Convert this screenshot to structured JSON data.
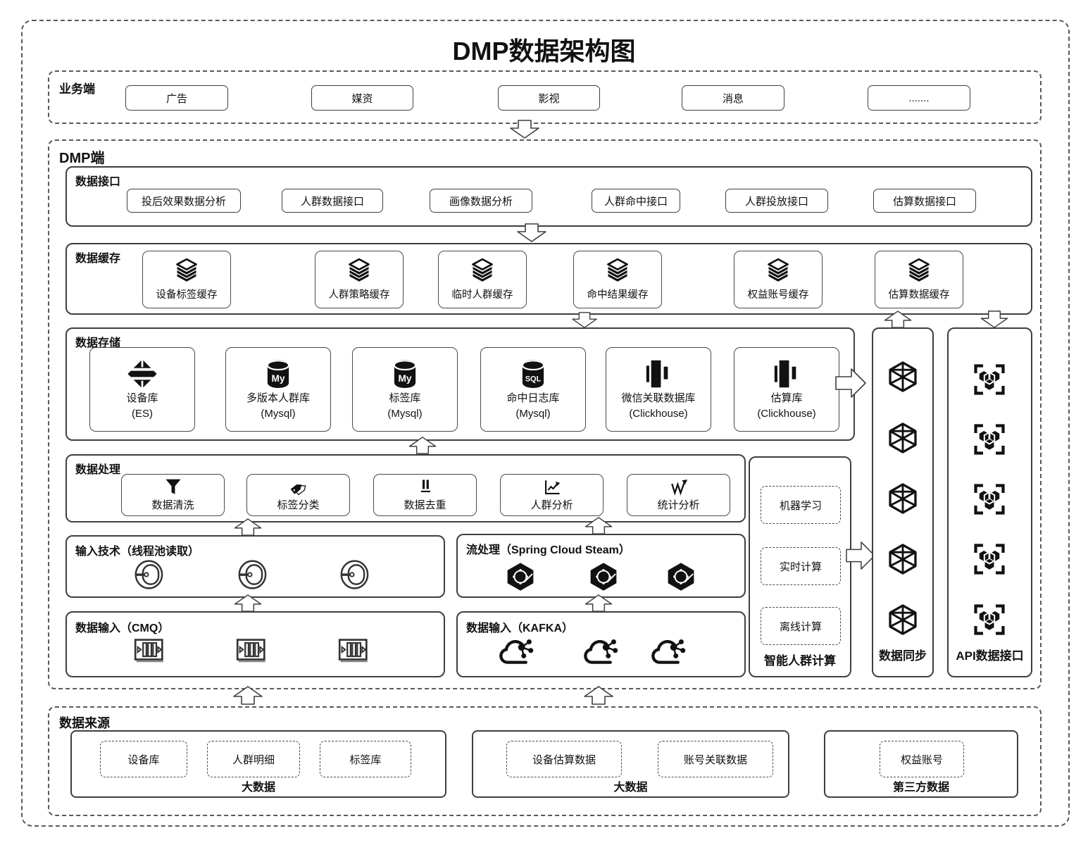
{
  "title": "DMP数据架构图",
  "colors": {
    "line": "#3f3f3f",
    "dashed": "#5a5a5a",
    "fill": "#111111"
  },
  "business": {
    "label": "业务端",
    "items": [
      "广告",
      "媒资",
      "影视",
      "消息",
      "......."
    ]
  },
  "dmp": {
    "label": "DMP端",
    "interface": {
      "label": "数据接口",
      "items": [
        "投后效果数据分析",
        "人群数据接口",
        "画像数据分析",
        "人群命中接口",
        "人群投放接口",
        "估算数据接口"
      ]
    },
    "cache": {
      "label": "数据缓存",
      "icon": "layers-stack-icon",
      "items": [
        "设备标签缓存",
        "人群策略缓存",
        "临时人群缓存",
        "命中结果缓存",
        "权益账号缓存",
        "估算数据缓存"
      ]
    },
    "storage": {
      "label": "数据存储",
      "items": [
        {
          "name": "设备库",
          "tech": "(ES)",
          "icon": "elasticsearch-icon"
        },
        {
          "name": "多版本人群库",
          "tech": "(Mysql)",
          "icon": "mysql-icon"
        },
        {
          "name": "标签库",
          "tech": "(Mysql)",
          "icon": "mysql-icon"
        },
        {
          "name": "命中日志库",
          "tech": "(Mysql)",
          "icon": "sql-database-icon"
        },
        {
          "name": "微信关联数据库",
          "tech": "(Clickhouse)",
          "icon": "clickhouse-icon"
        },
        {
          "name": "估算库",
          "tech": "(Clickhouse)",
          "icon": "clickhouse-icon"
        }
      ]
    },
    "processing": {
      "label": "数据处理",
      "items": [
        {
          "name": "数据清洗",
          "icon": "funnel-icon"
        },
        {
          "name": "标签分类",
          "icon": "tags-icon"
        },
        {
          "name": "数据去重",
          "icon": "dedupe-icon"
        },
        {
          "name": "人群分析",
          "icon": "chart-icon"
        },
        {
          "name": "统计分析",
          "icon": "trend-icon"
        }
      ]
    },
    "input_tech": {
      "label": "输入技术（线程池读取）",
      "icon": "thread-pool-icon"
    },
    "stream": {
      "label": "流处理（Spring Cloud Steam）",
      "icon": "spring-icon"
    },
    "input_cmq": {
      "label": "数据输入（CMQ）",
      "icon": "queue-icon"
    },
    "input_kafka": {
      "label": "数据输入（KAFKA）",
      "icon": "kafka-cloud-icon"
    },
    "smart_compute": {
      "label": "智能人群计算",
      "items": [
        "机器学习",
        "实时计算",
        "离线计算"
      ]
    },
    "sync": {
      "label": "数据同步",
      "icon": "cube-icon"
    },
    "api": {
      "label": "API数据接口",
      "icon": "api-hex-icon"
    }
  },
  "source": {
    "label": "数据来源",
    "groups": [
      {
        "items": [
          "设备库",
          "人群明细",
          "标签库"
        ],
        "caption": "大数据"
      },
      {
        "items": [
          "设备估算数据",
          "账号关联数据"
        ],
        "caption": "大数据"
      },
      {
        "items": [
          "权益账号"
        ],
        "caption": "第三方数据"
      }
    ]
  }
}
